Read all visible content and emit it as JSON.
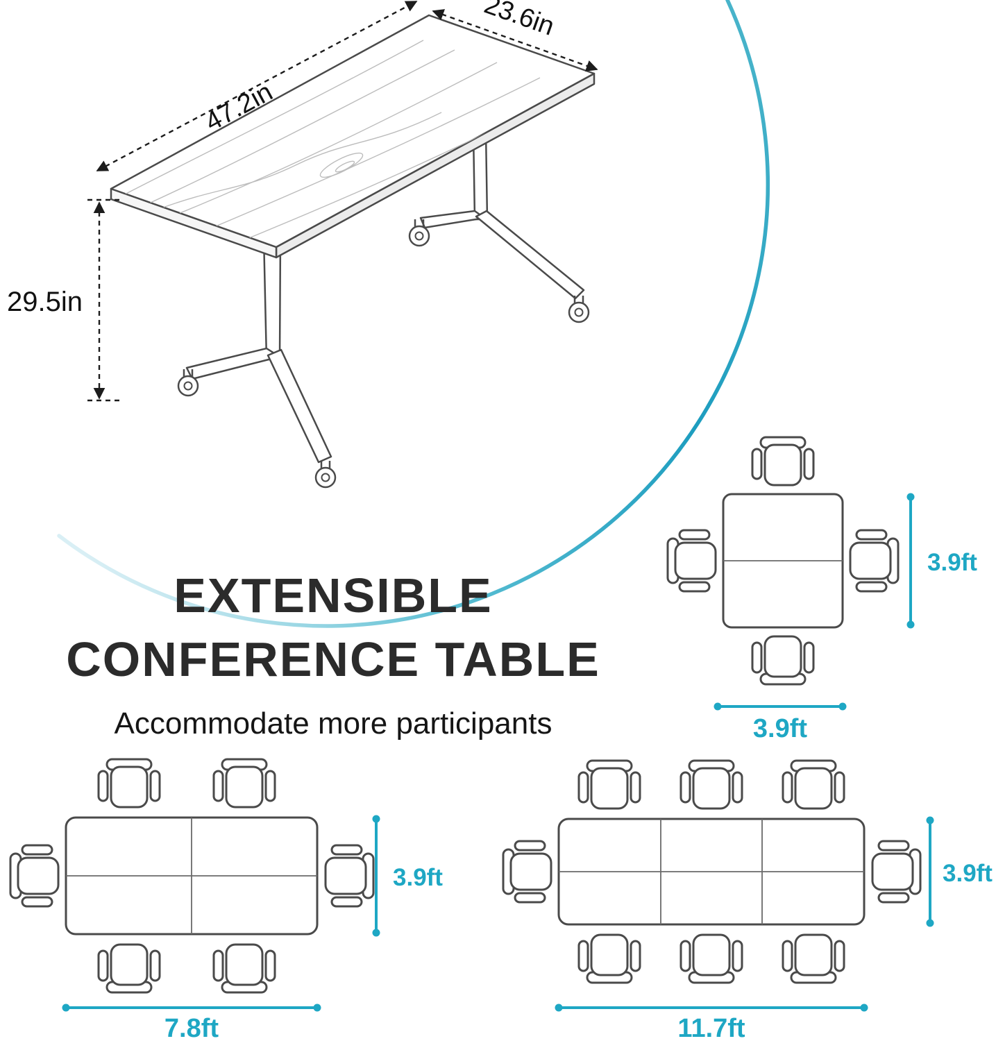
{
  "colors": {
    "accent": "#1ea7c4",
    "ink": "#2b2b2b",
    "line": "#4a4a4a"
  },
  "hero": {
    "dimensions": {
      "length": "47.2in",
      "width": "23.6in",
      "height": "29.5in"
    }
  },
  "title": {
    "line1": "EXTENSIBLE",
    "line2": "CONFERENCE TABLE",
    "subtitle": "Accommodate more participants"
  },
  "layouts": {
    "four_seat": {
      "seats": 4,
      "segments": 2,
      "width": "3.9ft",
      "depth": "3.9ft"
    },
    "six_seat": {
      "seats": 6,
      "segments": 4,
      "width": "7.8ft",
      "depth": "3.9ft"
    },
    "eight_seat": {
      "seats": 8,
      "segments": 6,
      "width": "11.7ft",
      "depth": "3.9ft"
    }
  }
}
